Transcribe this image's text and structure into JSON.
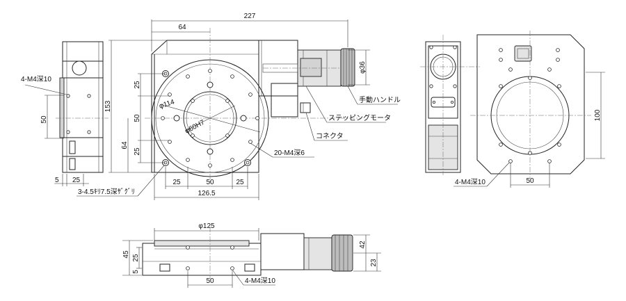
{
  "dimensions": {
    "d227": "227",
    "d64_top": "64",
    "d153": "153",
    "d25_a": "25",
    "d50_v": "50",
    "d64_v": "64",
    "d25_b": "25",
    "phi114": "φ114",
    "phi60": "φ60H7",
    "d25_h1": "25",
    "d50_h": "50",
    "d25_h2": "25",
    "d126": "126.5",
    "phi36": "φ36",
    "left_50": "50",
    "left_5": "5",
    "left_25": "25",
    "right_100": "100",
    "right_50": "50",
    "bot_phi125": "φ125",
    "bot_45": "45",
    "bot_25": "25",
    "bot_5": "5",
    "bot_50": "50",
    "bot_42": "42",
    "bot_23": "23"
  },
  "notes": {
    "left_m4": "4-M4深10",
    "m4_20": "20-M4深6",
    "counterbore": "3-4.5ｷﾘ7.5深ｻﾞｸﾞﾘ",
    "handle": "手動ハンドル",
    "motor": "ステッピングモータ",
    "connector": "コネクタ",
    "right_m4": "4-M4深10",
    "bot_m4": "4-M4深10"
  }
}
